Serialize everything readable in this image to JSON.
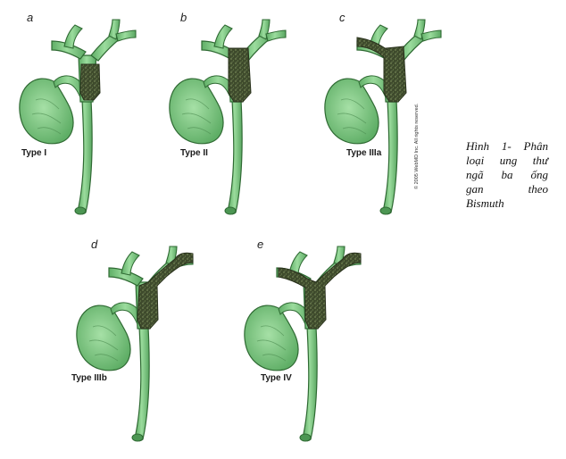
{
  "panels": [
    {
      "letter": "a",
      "type_label": "Type I"
    },
    {
      "letter": "b",
      "type_label": "Type II"
    },
    {
      "letter": "c",
      "type_label": "Type IIIa"
    },
    {
      "letter": "d",
      "type_label": "Type IIIb"
    },
    {
      "letter": "e",
      "type_label": "Type IV"
    }
  ],
  "copyright": "© 2005 WebMD Inc. All rights reserved.",
  "caption_lines": [
    "Hình 1- Phân",
    "loại ung thư",
    "ngã ba ống",
    "gan theo",
    "Bismuth"
  ],
  "colors": {
    "duct_fill": "#7fc983",
    "duct_outline": "#2f6a33",
    "tumor_fill": "#3e4a2c",
    "tumor_speckle": "#8fa36a"
  }
}
